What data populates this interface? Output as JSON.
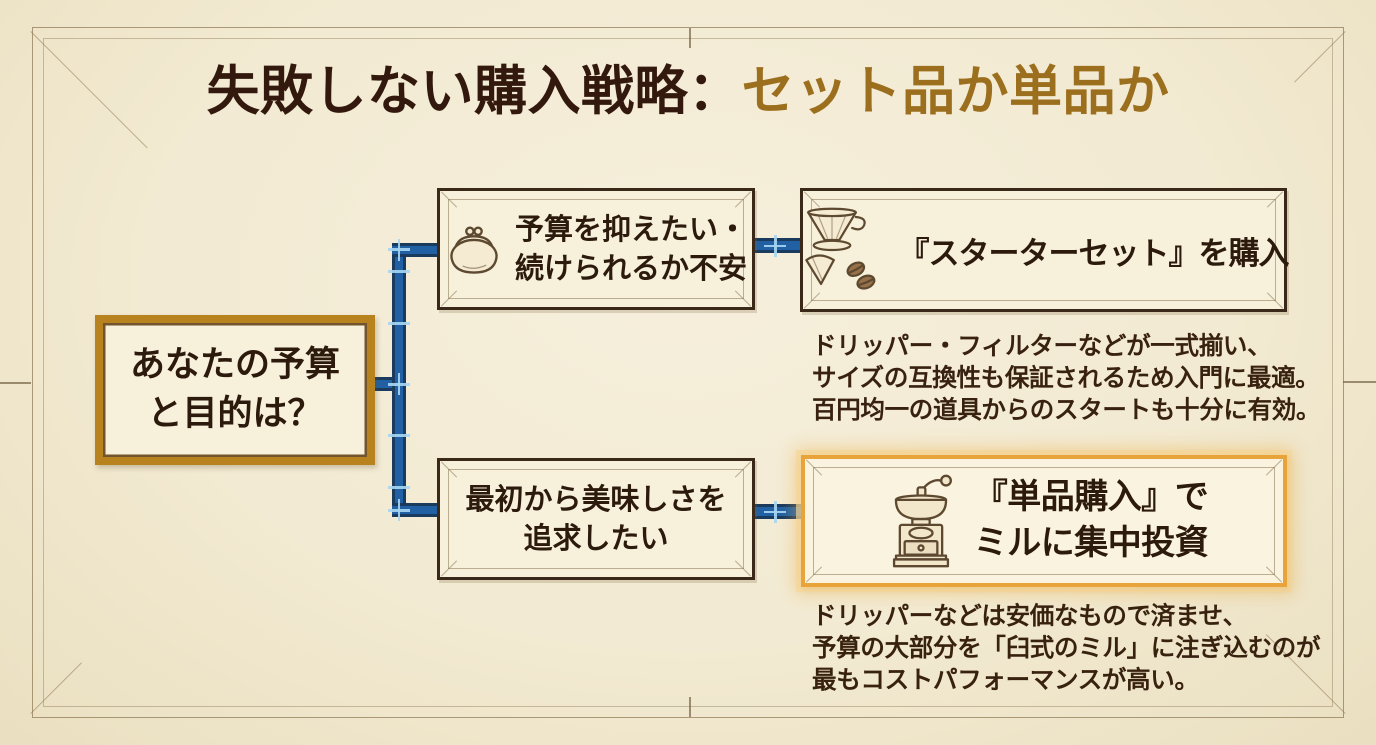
{
  "colors": {
    "page_bg": "#f2ead2",
    "frame_line": "#917c58",
    "title_dark": "#33190d",
    "title_gold": "#9c6f1e",
    "title_underline": "#d8cbae",
    "text_dark": "#38220f",
    "root_border": "#b8821f",
    "box_border": "#3a2818",
    "box_fill": "#f7f0db",
    "highlight_border": "#e9a33b",
    "highlight_glow": "#f6d696",
    "connector_blue": "#2161a3",
    "connector_dark": "#1a3a5e",
    "connector_tick": "#a7d6f2"
  },
  "title": {
    "prefix": "失敗しない購入戦略：",
    "highlight": "セット品か単品か"
  },
  "root_box": {
    "line1": "あなたの予算",
    "line2": "と目的は？"
  },
  "branch_set": {
    "condition": {
      "icon": "coin-purse-icon",
      "line1": "予算を抑えたい・",
      "line2": "続けられるか不安"
    },
    "result": {
      "icon": "dripper-filter-beans-icon",
      "label": "『スターターセット』を購入",
      "highlighted": false
    },
    "desc_line1": "ドリッパー・フィルターなどが一式揃い、",
    "desc_line2": "サイズの互換性も保証されるため入門に最適。",
    "desc_line3": "百円均一の道具からのスタートも十分に有効。"
  },
  "branch_single": {
    "condition": {
      "line1": "最初から美味しさを",
      "line2": "追求したい"
    },
    "result": {
      "icon": "coffee-mill-icon",
      "line1": "『単品購入』で",
      "line2": "ミルに集中投資",
      "highlighted": true
    },
    "desc_line1": "ドリッパーなどは安価なもので済ませ、",
    "desc_line2": "予算の大部分を「臼式のミル」に注ぎ込むのが",
    "desc_line3": "最もコストパフォーマンスが高い。"
  }
}
